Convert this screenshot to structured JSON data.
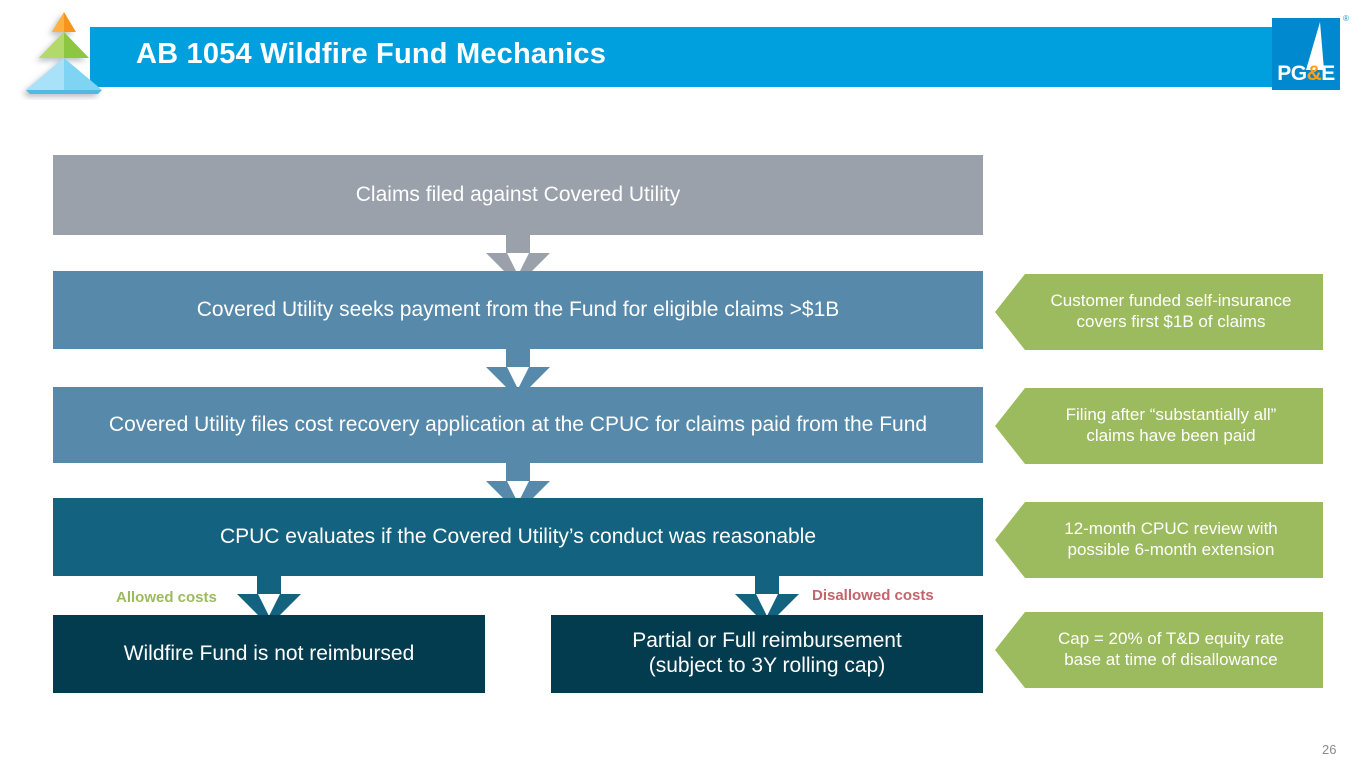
{
  "header": {
    "title": "AB 1054 Wildfire Fund Mechanics",
    "banner_color": "#00a0df",
    "logo_text": "PG",
    "logo_amp": "&",
    "logo_text_end": "E",
    "registered_mark": "®",
    "pyramid_icon": "pyramid-icon",
    "pyramid_colors": [
      "#f9a825",
      "#8bc34a",
      "#4fc3f7"
    ]
  },
  "flow": {
    "steps": [
      {
        "id": "claims",
        "label": "Claims filed against Covered Utility",
        "color": "#9aa1ab"
      },
      {
        "id": "payment",
        "label": "Covered Utility seeks payment from the Fund for eligible claims >$1B",
        "color": "#5789aa"
      },
      {
        "id": "application",
        "label": "Covered Utility files cost recovery application at the CPUC for claims paid from the Fund",
        "color": "#5789aa"
      },
      {
        "id": "evaluate",
        "label": "CPUC evaluates if the Covered Utility’s conduct was reasonable",
        "color": "#13627f"
      }
    ],
    "outcomes": [
      {
        "id": "not-reimbursed",
        "label": "Wildfire Fund is not reimbursed",
        "color": "#043c4f"
      },
      {
        "id": "reimbursed",
        "line1": "Partial or Full reimbursement",
        "line2": "(subject to 3Y rolling cap)",
        "color": "#043c4f"
      }
    ],
    "branch_labels": {
      "allowed": "Allowed costs",
      "allowed_color": "#9cbb5e",
      "disallowed": "Disallowed costs",
      "disallowed_color": "#c4636b"
    }
  },
  "callouts": [
    {
      "line1": "Customer funded self-insurance",
      "line2": "covers first $1B of claims"
    },
    {
      "line1": "Filing after “substantially all”",
      "line2": "claims have been paid"
    },
    {
      "line1": "12-month CPUC review with",
      "line2": "possible 6-month extension"
    },
    {
      "line1": "Cap = 20% of T&D equity rate",
      "line2": "base at time of disallowance"
    }
  ],
  "callout_color": "#9cbb5e",
  "footer": {
    "page_number": "26"
  }
}
